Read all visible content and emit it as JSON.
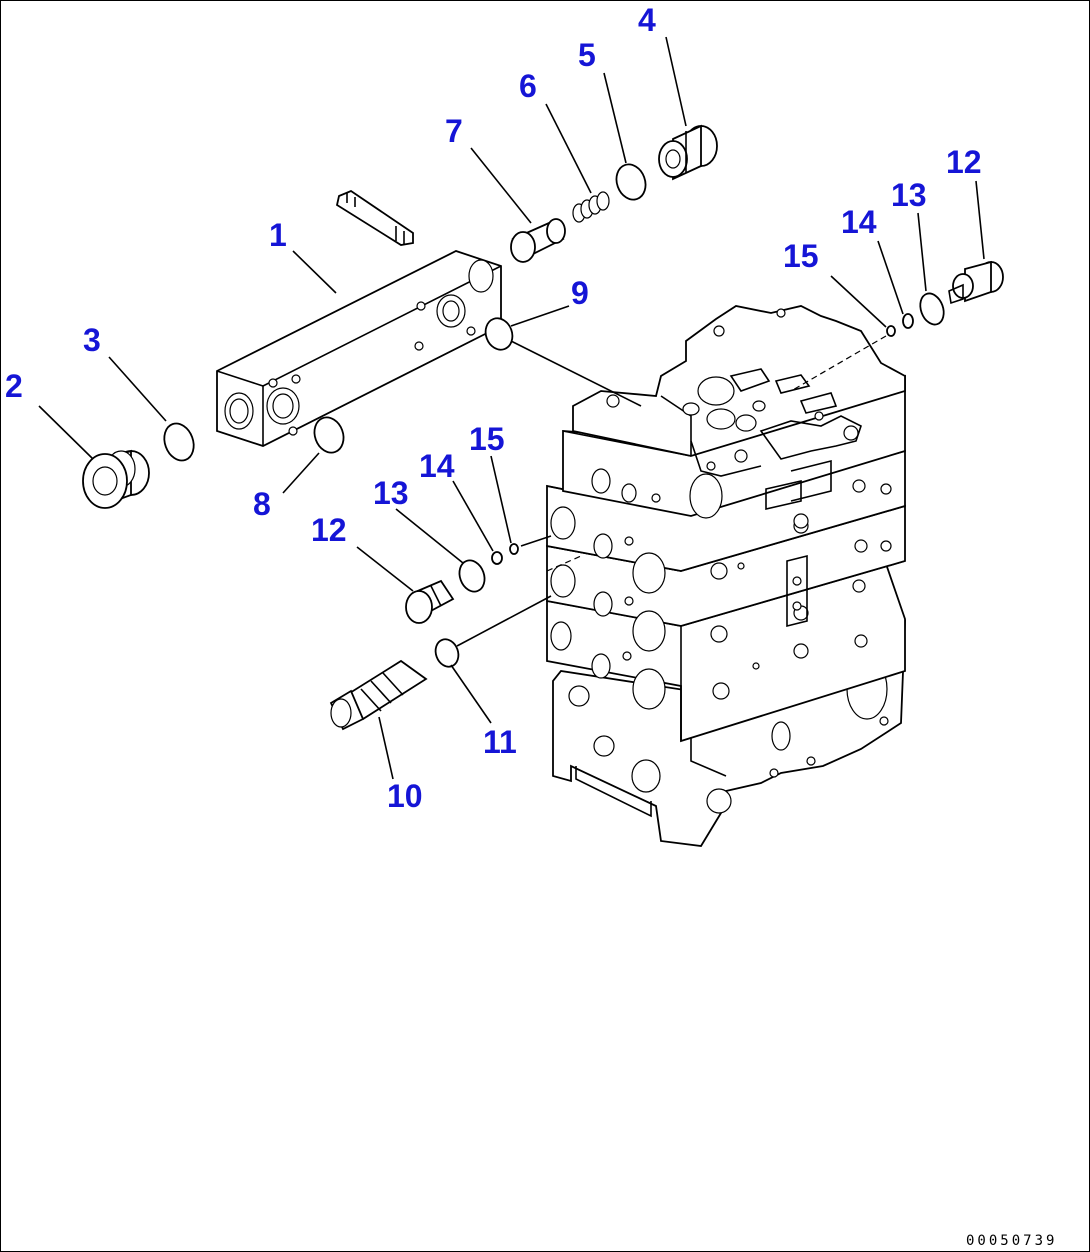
{
  "diagram": {
    "callouts": [
      {
        "id": "c1",
        "label": "1"
      },
      {
        "id": "c2",
        "label": "2"
      },
      {
        "id": "c3",
        "label": "3"
      },
      {
        "id": "c4",
        "label": "4"
      },
      {
        "id": "c5",
        "label": "5"
      },
      {
        "id": "c6",
        "label": "6"
      },
      {
        "id": "c7",
        "label": "7"
      },
      {
        "id": "c8",
        "label": "8"
      },
      {
        "id": "c9",
        "label": "9"
      },
      {
        "id": "c10",
        "label": "10"
      },
      {
        "id": "c11",
        "label": "11"
      },
      {
        "id": "c12a",
        "label": "12"
      },
      {
        "id": "c12b",
        "label": "12"
      },
      {
        "id": "c13a",
        "label": "13"
      },
      {
        "id": "c13b",
        "label": "13"
      },
      {
        "id": "c14a",
        "label": "14"
      },
      {
        "id": "c14b",
        "label": "14"
      },
      {
        "id": "c15a",
        "label": "15"
      },
      {
        "id": "c15b",
        "label": "15"
      }
    ],
    "document_number": "00050739",
    "callout_color": "#1515d6",
    "line_color": "#000000"
  }
}
